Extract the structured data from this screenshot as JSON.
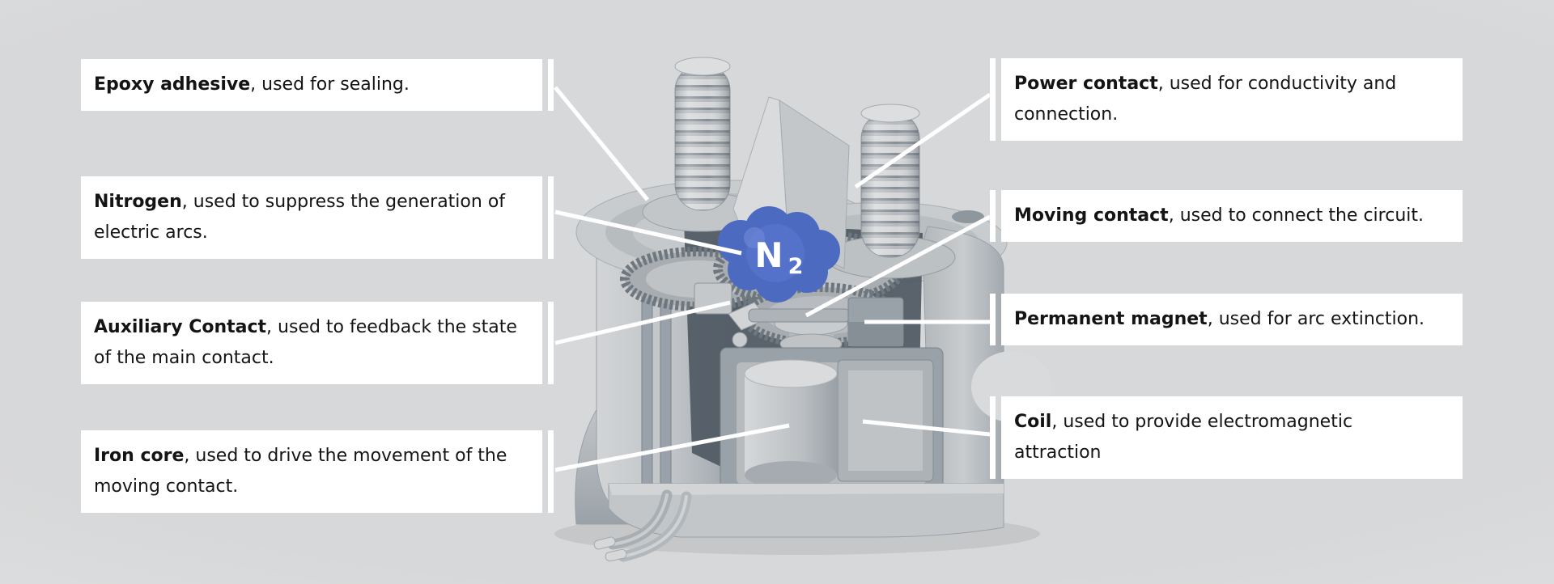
{
  "colors": {
    "background": "#dadbdc",
    "callout_background": "#ffffff",
    "text": "#141414",
    "leader_line": "#ffffff",
    "nitrogen_cloud_blue": "#4d6ac1",
    "device_gray": "#c6c9cb"
  },
  "device": {
    "description": "cutaway 3d render of a sealed high-voltage contactor",
    "n2": {
      "symbol": "N",
      "subscript": "2"
    }
  },
  "callouts": {
    "left": [
      {
        "id": "epoxy-adhesive",
        "term": "Epoxy adhesive",
        "rest1": ", used for sealing."
      },
      {
        "id": "nitrogen",
        "term": "Nitrogen",
        "rest1": ", used to suppress the generation of",
        "rest2": "electric arcs."
      },
      {
        "id": "auxiliary-contact",
        "term": "Auxiliary Contact",
        "rest1": ", used to feedback the state",
        "rest2": "of the main contact."
      },
      {
        "id": "iron-core",
        "term": "Iron core",
        "rest1": ", used to drive the movement of the",
        "rest2": "moving contact."
      }
    ],
    "right": [
      {
        "id": "power-contact",
        "term": "Power contact",
        "rest1": ", used for conductivity and",
        "rest2": "connection."
      },
      {
        "id": "moving-contact",
        "term": "Moving contact",
        "rest1": ", used to connect the circuit."
      },
      {
        "id": "permanent-magnet",
        "term": "Permanent magnet",
        "rest1": ", used for arc extinction."
      },
      {
        "id": "coil",
        "term": "Coil",
        "rest1": ", used to provide electromagnetic",
        "rest2": "attraction"
      }
    ]
  }
}
